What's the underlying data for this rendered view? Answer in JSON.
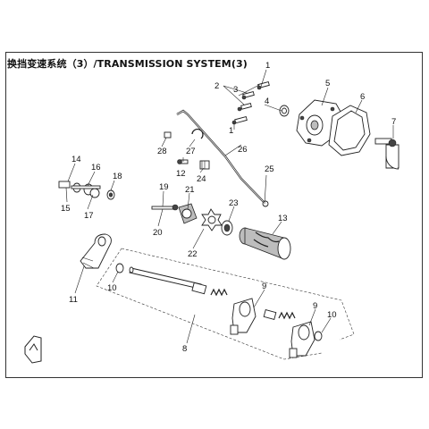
{
  "header": {
    "title": "换挡变速系统（3）/TRANSMISSION SYSTEM(3)"
  },
  "callouts": {
    "c1": "1",
    "c1b": "1",
    "c2": "2",
    "c3": "3",
    "c4": "4",
    "c5": "5",
    "c6": "6",
    "c7": "7",
    "c8": "8",
    "c9": "9",
    "c9b": "9",
    "c10": "10",
    "c10b": "10",
    "c11": "11",
    "c12": "12",
    "c13": "13",
    "c14": "14",
    "c15": "15",
    "c16": "16",
    "c17": "17",
    "c18": "18",
    "c19": "19",
    "c20": "20",
    "c21": "21",
    "c22": "22",
    "c23": "23",
    "c24": "24",
    "c25": "25",
    "c26": "26",
    "c27": "27",
    "c28": "28"
  },
  "icons": {
    "front_arrow": "front-direction-icon"
  }
}
